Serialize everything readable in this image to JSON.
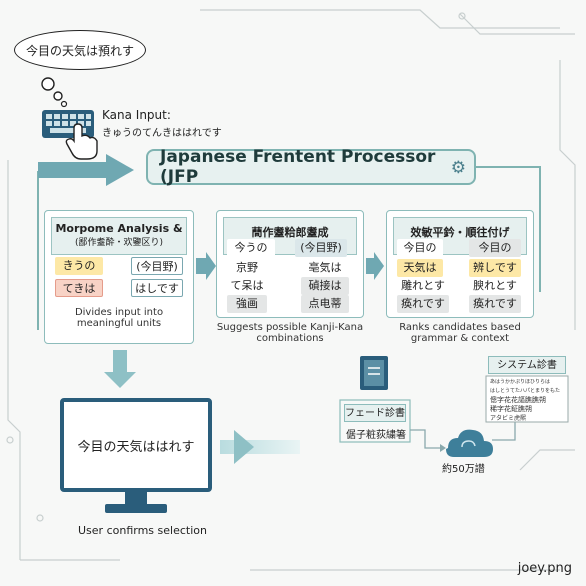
{
  "thought_bubble": {
    "text": "今目の天気は預れす"
  },
  "kana_input": {
    "title": "Kana Input:",
    "text": "きゅうのてんきははれです"
  },
  "processor": {
    "title": "Japanese Frentent Processor (JFP"
  },
  "panel_morph": {
    "title1": "Morpome Analysis &",
    "title2": "(鄙作耋酔・欢鑒区り)",
    "chips": [
      "きうの",
      "(今目野)",
      "てきは",
      "はしです"
    ],
    "caption1": "Divides input into",
    "caption2": "meaningful units"
  },
  "panel_kanji": {
    "title": "蕳作耋粭郎耋成",
    "rows": [
      [
        "今うの",
        "(今目野)"
      ],
      [
        "京野",
        "亳気は"
      ],
      [
        "て呆は",
        "碵接は"
      ],
      [
        "強画",
        "点电蒂"
      ]
    ],
    "caption1": "Suggests possible Kanji-Kana",
    "caption2": "combinations"
  },
  "panel_rank": {
    "title": "效敏平鈐・順往付げ",
    "rows": [
      [
        "今目の",
        "今目の"
      ],
      [
        "天気は",
        "辨しです"
      ],
      [
        "雕れとす",
        "腴れとす"
      ],
      [
        "痪れです",
        "痪れです"
      ]
    ],
    "caption1": "Ranks candidates based",
    "caption2": "grammar & context"
  },
  "monitor": {
    "text": "今目の天気ははれす"
  },
  "user_confirm": {
    "text": "User confirms selection"
  },
  "dictionary": {
    "label": "フェード診書",
    "sub": "倨子粧荻繍箸",
    "cloud_caption": "約50万譛"
  },
  "system_dict": {
    "label": "システム診書",
    "lines": [
      "あはうかかぷりほひりらは",
      "はしとうてたハパとまりをもた",
      "傯字花花謳膲膲朔",
      "稀字花鉦膲朔",
      "アタビミ虎熈"
    ]
  },
  "footer": {
    "text": "joey.png"
  },
  "colors": {
    "accent": "#2a5d7b",
    "teal": "#8dbcbb",
    "arrow": "#6fa8b2"
  },
  "icons": [
    "thought-bubble",
    "keyboard-icon",
    "hand-pointer-icon",
    "gear-icon",
    "arrow-right-icon",
    "arrow-down-icon",
    "monitor-icon",
    "book-icon",
    "cloud-icon",
    "document-icon"
  ]
}
